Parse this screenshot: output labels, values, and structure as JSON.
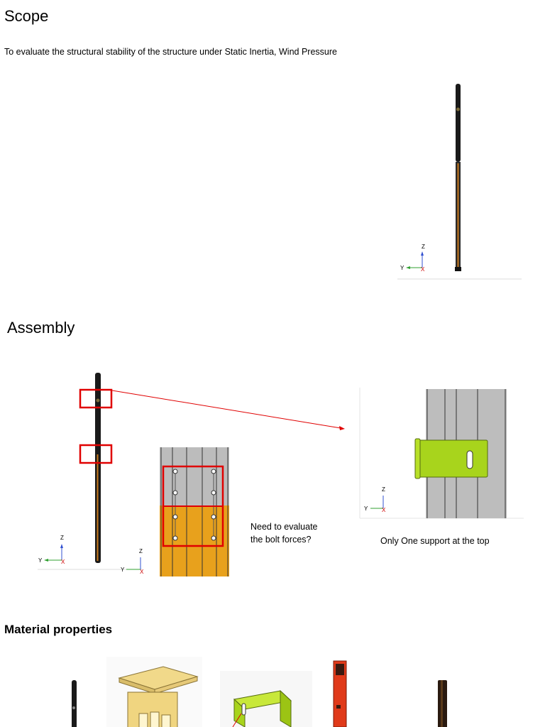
{
  "scope": {
    "title": "Scope",
    "description": "To evaluate the structural stability of the structure under Static Inertia, Wind Pressure"
  },
  "assembly": {
    "title": "Assembly",
    "bolt_note_line1": "Need to evaluate",
    "bolt_note_line2": "the bolt forces?",
    "support_note": "Only One support at the top"
  },
  "materials": {
    "title": "Material properties"
  },
  "axes": {
    "z": "Z",
    "y": "Y",
    "x": "X"
  },
  "colors": {
    "pole": "#1a1a1a",
    "highlight_box": "#e00000",
    "bracket": "#a8d41c",
    "orange_band": "#e8a11c",
    "grey_band": "#bcbcbc",
    "top_plate": "#f1d98a",
    "red_bar": "#e03a1a"
  }
}
